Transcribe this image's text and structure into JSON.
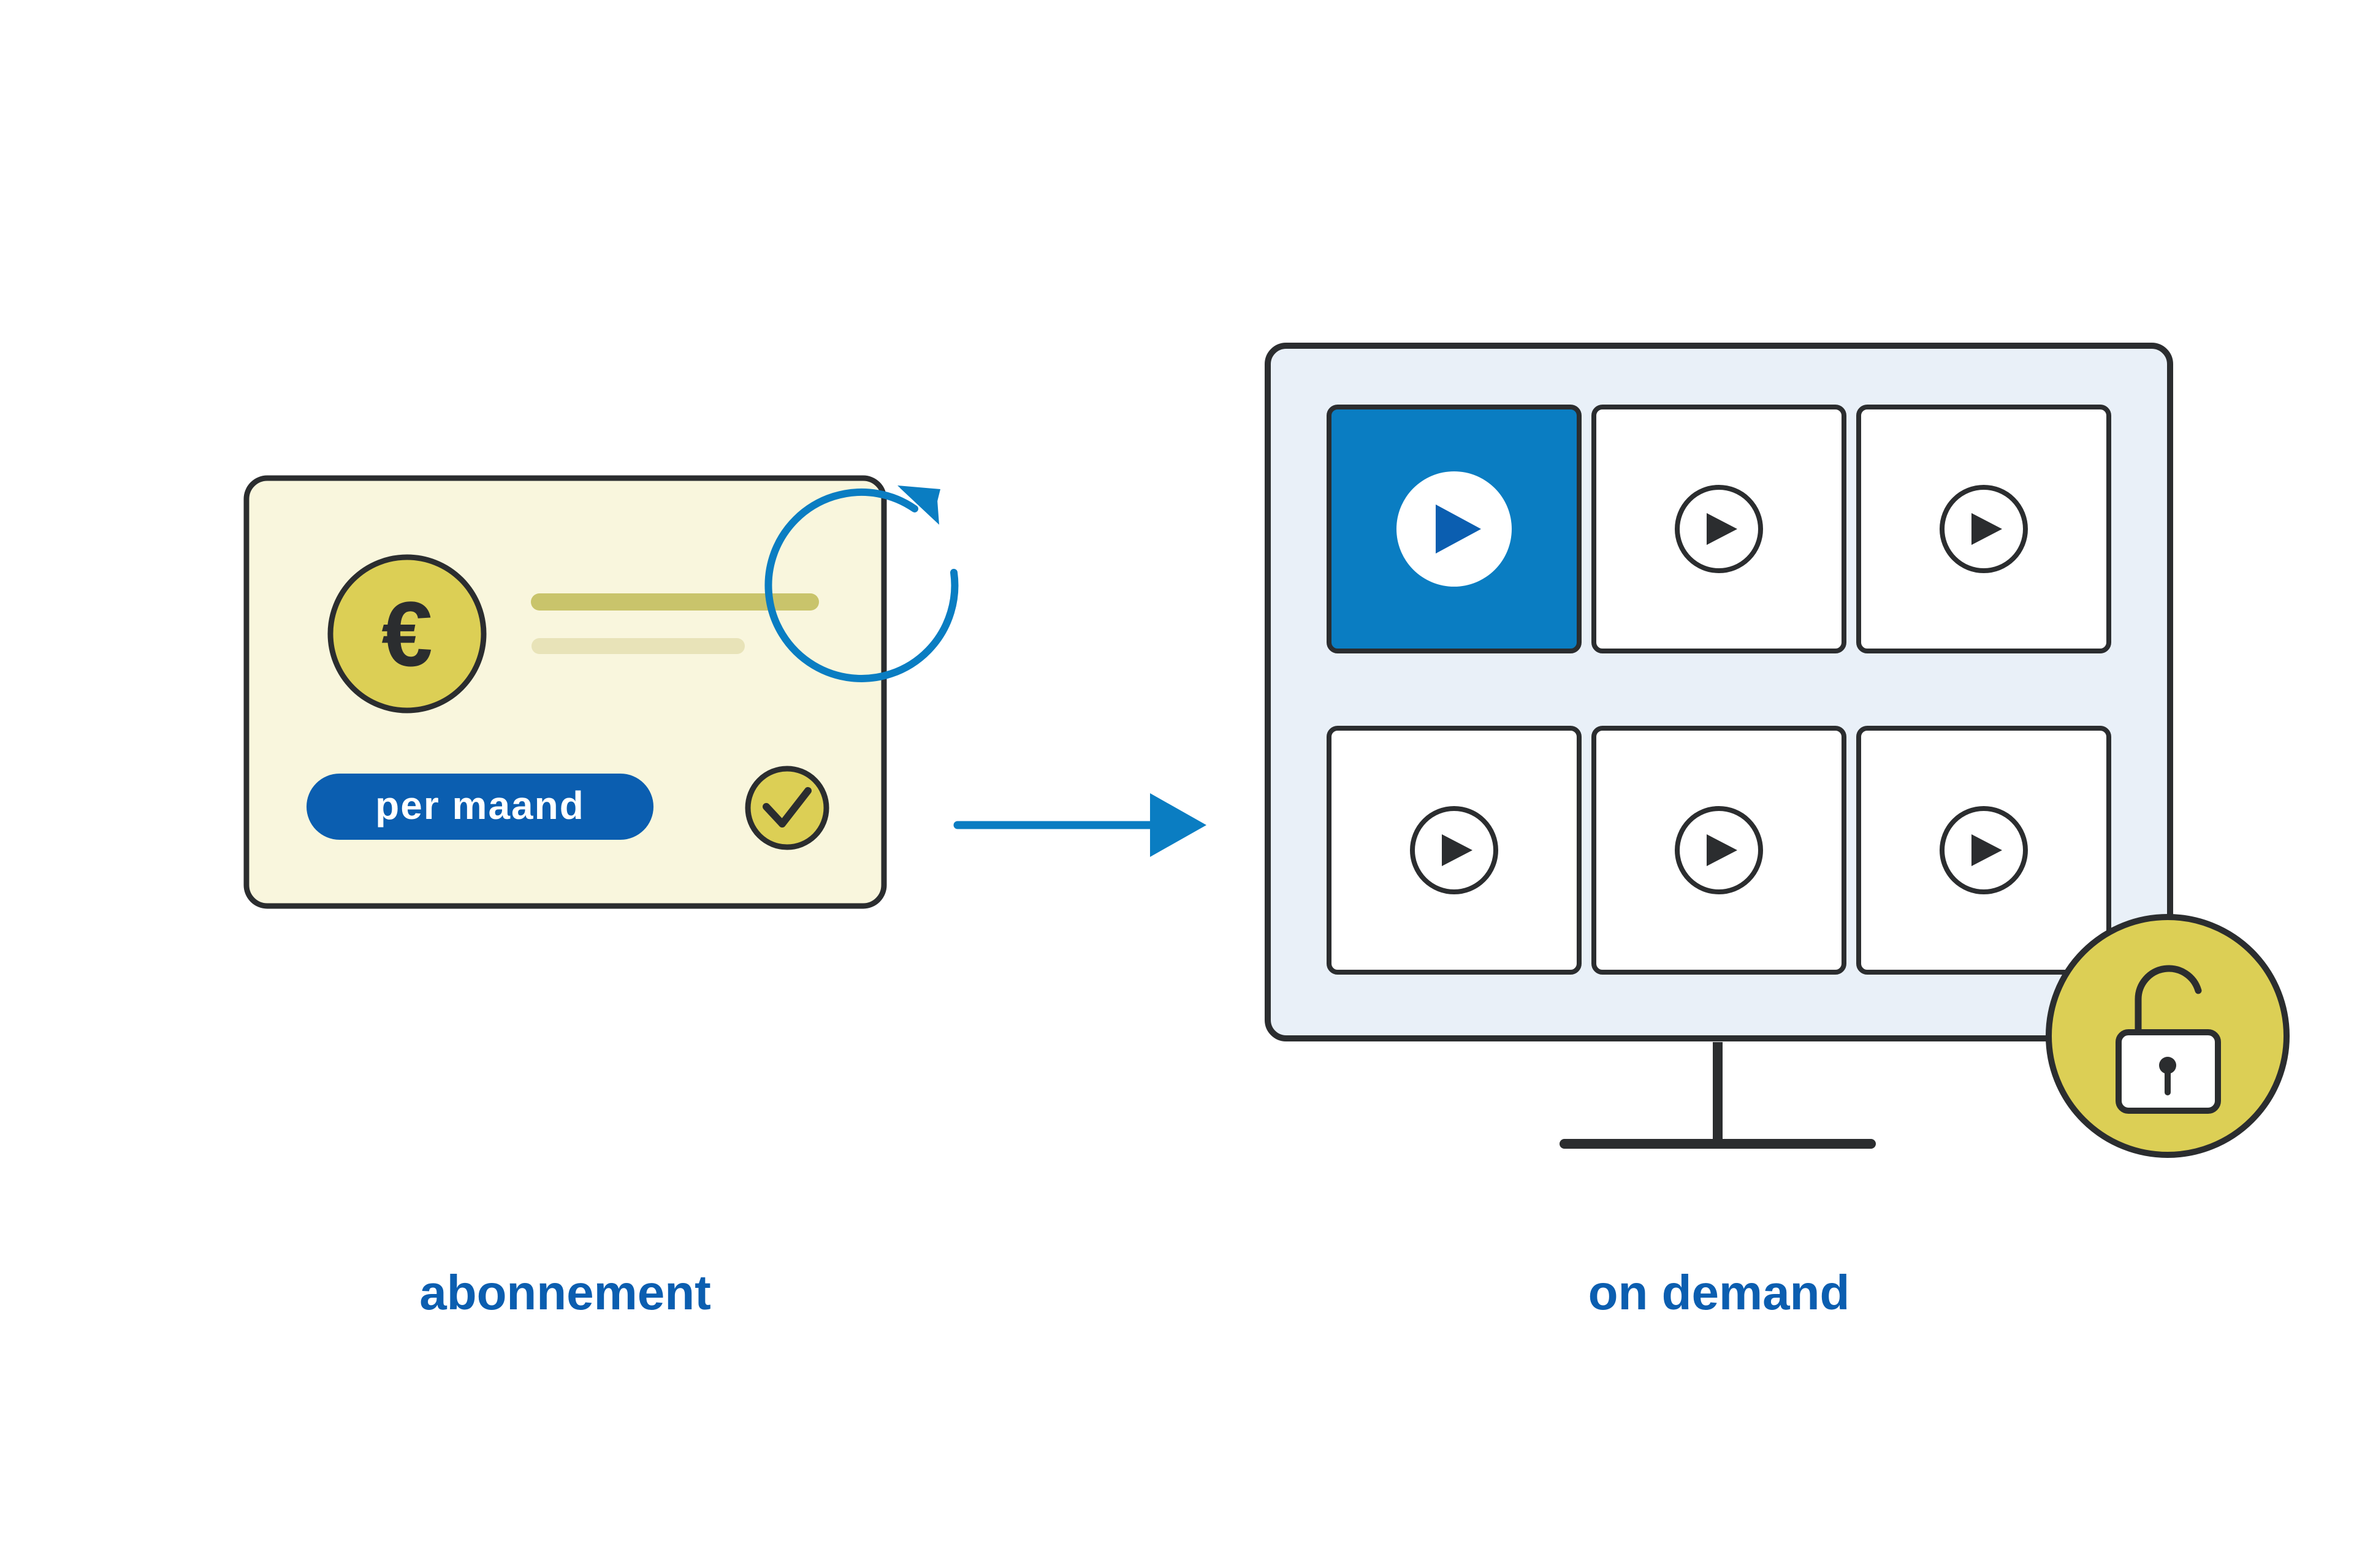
{
  "subscription": {
    "currency_symbol": "€",
    "pill_label": "per maand",
    "caption": "abonnement",
    "icons": [
      "euro-coin-icon",
      "refresh-cycle-icon",
      "check-circle-icon"
    ]
  },
  "on_demand": {
    "caption": "on demand",
    "tiles": [
      {
        "state": "active"
      },
      {
        "state": "idle"
      },
      {
        "state": "idle"
      },
      {
        "state": "idle"
      },
      {
        "state": "idle"
      },
      {
        "state": "idle"
      }
    ],
    "icons": [
      "monitor-icon",
      "play-icon",
      "unlocked-padlock-icon"
    ]
  },
  "colors": {
    "ink": "#2b2d2f",
    "brand_blue": "#0b5eb0",
    "accent_blue": "#0a7dc2",
    "card_bg": "#f9f6dd",
    "gold": "#dccf55",
    "gold_line": "#c9c46b",
    "gold_light": "#e8e3b8",
    "screen_bg": "#e9f0f8",
    "tile_bg": "#ffffff"
  }
}
